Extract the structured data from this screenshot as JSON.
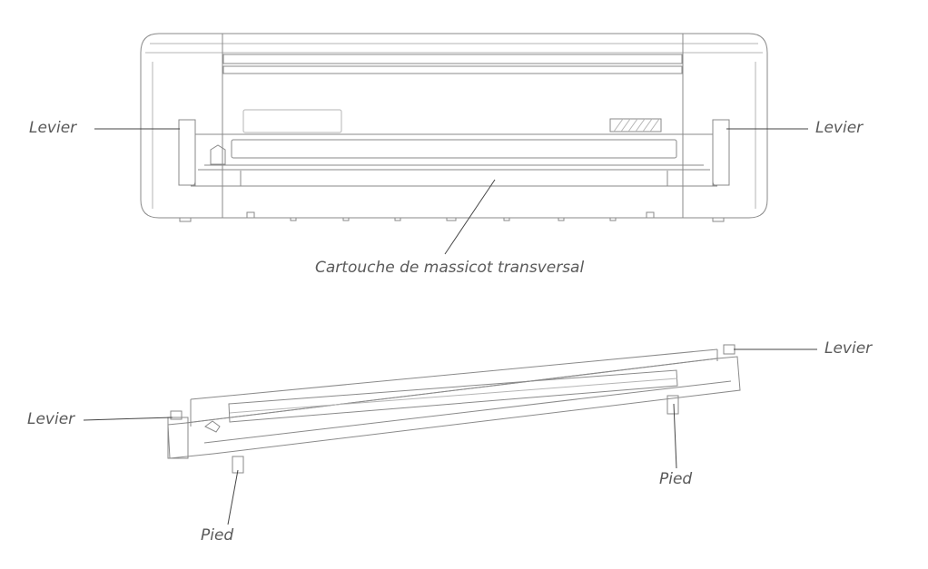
{
  "labels": {
    "front_lever_left": "Levier",
    "front_lever_right": "Levier",
    "cartridge": "Cartouche de massicot transversal",
    "cart_lever_right": "Levier",
    "cart_lever_left": "Levier",
    "foot_right": "Pied",
    "foot_left": "Pied"
  }
}
